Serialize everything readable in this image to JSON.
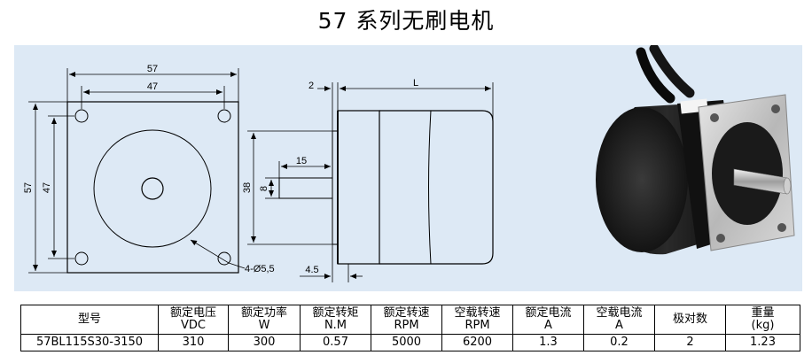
{
  "title": "57 系列无刷电机",
  "drawing": {
    "dim_width_outer": "57",
    "dim_width_inner": "47",
    "dim_height_outer": "57",
    "dim_height_inner": "47",
    "dim_flange": "2",
    "dim_length": "L",
    "dim_shaft_len": "15",
    "dim_pilot": "38",
    "dim_shaft_dia": "8",
    "dim_hole": "4-Ø5,5",
    "dim_flat": "4.5"
  },
  "table": {
    "headers": [
      {
        "l1": "型号",
        "l2": ""
      },
      {
        "l1": "额定电压",
        "l2": "VDC"
      },
      {
        "l1": "额定功率",
        "l2": "W"
      },
      {
        "l1": "额定转矩",
        "l2": "N.M"
      },
      {
        "l1": "额定转速",
        "l2": "RPM"
      },
      {
        "l1": "空载转速",
        "l2": "RPM"
      },
      {
        "l1": "额定电流",
        "l2": "A"
      },
      {
        "l1": "空载电流",
        "l2": "A"
      },
      {
        "l1": "极对数",
        "l2": ""
      },
      {
        "l1": "重量",
        "l2": "(kg)"
      }
    ],
    "rows": [
      [
        "57BL115S30-3150",
        "310",
        "300",
        "0.57",
        "5000",
        "6200",
        "1.3",
        "0.2",
        "2",
        "1.23"
      ]
    ]
  }
}
